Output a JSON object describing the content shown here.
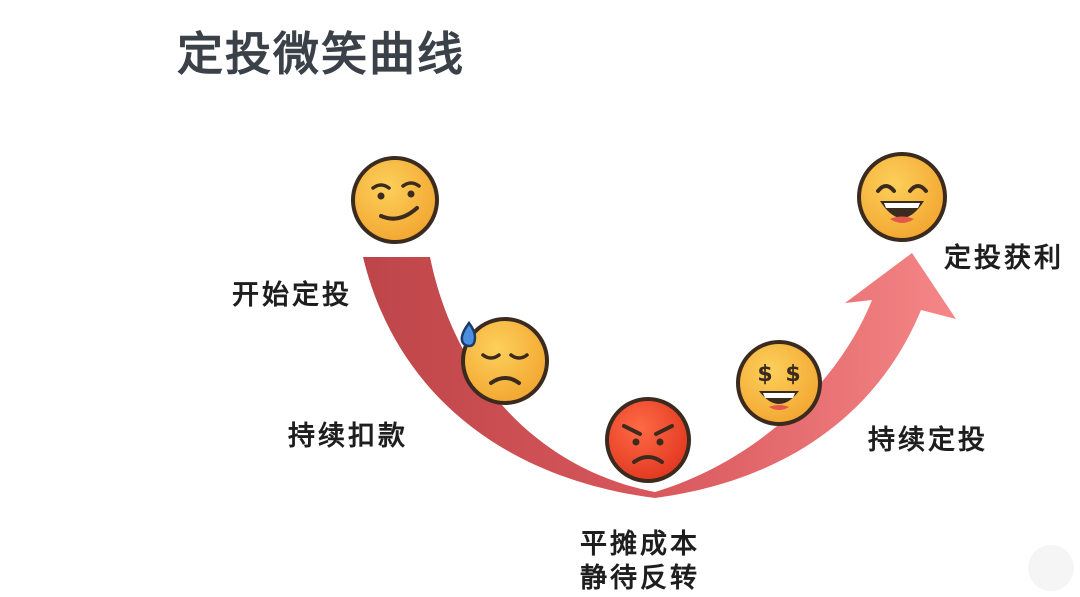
{
  "title": "定投微笑曲线",
  "stages": {
    "start": "开始定投",
    "hold": "持续扣款",
    "bottom_line1": "平摊成本",
    "bottom_line2": "静待反转",
    "continue": "持续定投",
    "profit": "定投获利"
  },
  "faces": {
    "start": "smirk-face-icon",
    "sweat": "sweat-sad-face-icon",
    "angry": "angry-face-icon",
    "money": "money-eyes-face-icon",
    "happy": "big-smile-face-icon"
  },
  "colors": {
    "title": "#3b4148",
    "curve_dark": "#c0484c",
    "curve_light": "#f07b7c",
    "face_yellow": "#f6b73c",
    "face_angry": "#ea4a2c",
    "outline": "#3b2a1e",
    "sweat_drop": "#4a8fe0"
  }
}
